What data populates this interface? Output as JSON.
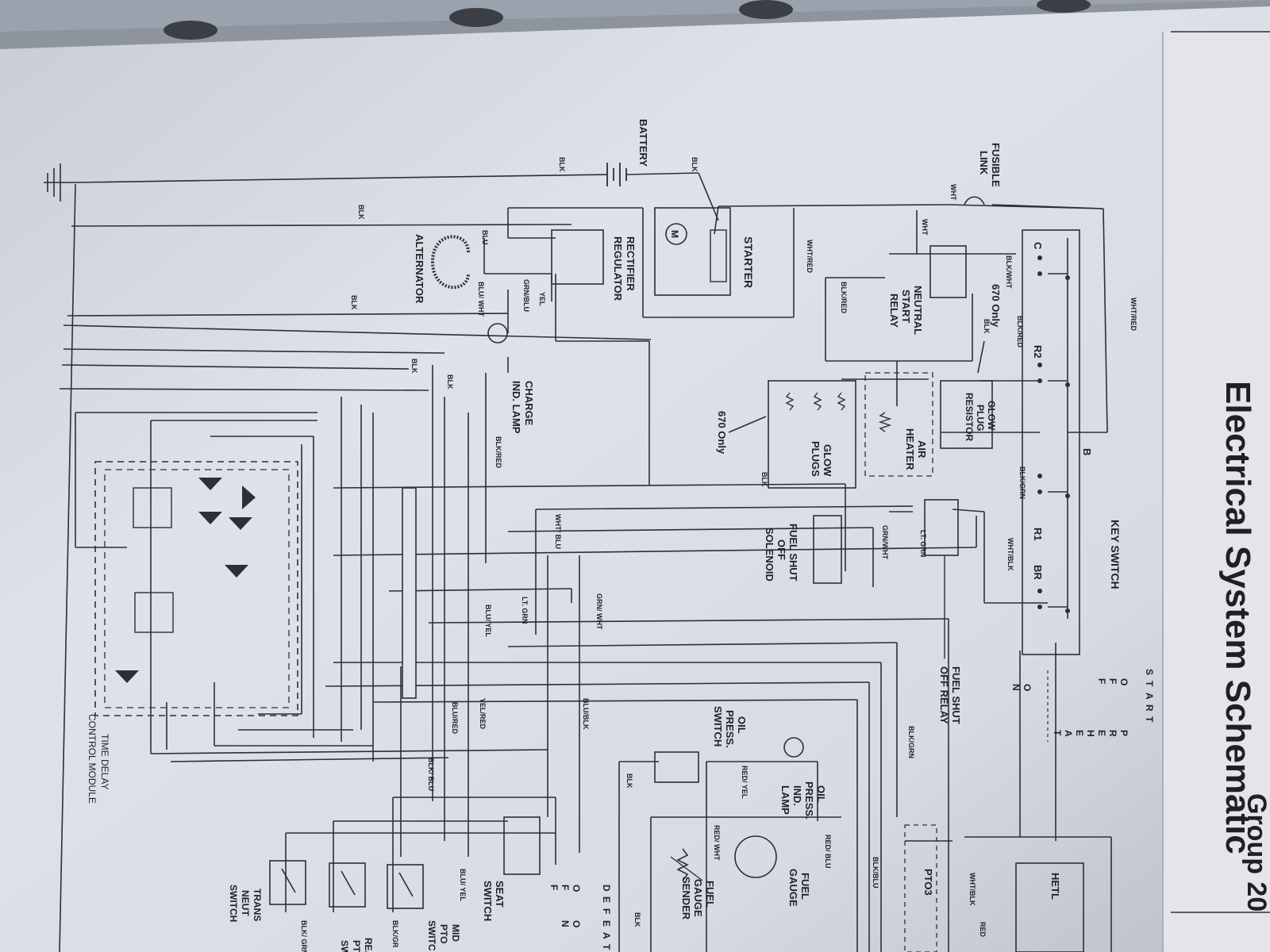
{
  "page": {
    "group": "Group 20",
    "title": "Electrical System Schematic"
  },
  "components": {
    "battery": "BATTERY",
    "fusible_link": [
      "FUSIBLE",
      "LINK"
    ],
    "starter": "STARTER",
    "rectifier": [
      "RECTIFIER",
      "REGULATOR"
    ],
    "alternator": "ALTERNATOR",
    "neutral_relay": [
      "NEUTRAL",
      "START",
      "RELAY"
    ],
    "charge_lamp": [
      "CHARGE",
      "IND. LAMP"
    ],
    "glow_resistor": [
      "GLOW",
      "PLUG",
      "RESISTOR"
    ],
    "air_heater": [
      "AIR",
      "HEATER"
    ],
    "glow_plugs": [
      "GLOW",
      "PLUGS"
    ],
    "only_670": "670 Only",
    "only_670_b": "670 Only",
    "fuel_solenoid": [
      "FUEL SHUT",
      "OFF",
      "SOLENOID"
    ],
    "fuel_relay": [
      "FUEL SHUT",
      "OFF RELAY"
    ],
    "key_switch": "KEY SWITCH",
    "key_positions": [
      "S",
      "T",
      "A",
      "R",
      "T"
    ],
    "key_positions_2": [
      "P",
      "R",
      "E",
      "H",
      "E",
      "A",
      "T"
    ],
    "key_positions_3": [
      "O",
      "F",
      "F"
    ],
    "key_positions_4": [
      "O",
      "N"
    ],
    "terminals": {
      "c": "C",
      "r2": "R2",
      "b": "B",
      "r1": "R1",
      "br": "BR"
    },
    "time_delay": [
      "TIME DELAY",
      "CONTROL MODULE"
    ],
    "oil_switch": [
      "OIL",
      "PRESS.",
      "SWITCH"
    ],
    "oil_lamp": [
      "OIL",
      "PRESS.",
      "IND.",
      "LAMP"
    ],
    "fuel_gauge": [
      "FUEL",
      "GAUGE"
    ],
    "fuel_sender": [
      "FUEL",
      "GAUGE",
      "SENDER"
    ],
    "pto3": "PTO3",
    "hetl": "HETL",
    "seat_switch": [
      "SEAT",
      "SWITCH"
    ],
    "seat_positions": [
      "O",
      "F",
      "F"
    ],
    "seat_positions_2": [
      "O",
      "N"
    ],
    "seat_positions_3": [
      "D",
      "E",
      "F",
      "E",
      "A",
      "T"
    ],
    "trans_switch": [
      "TRANS",
      "NEUT",
      "SWITCH"
    ],
    "rear_pto": [
      "REA",
      "PT",
      "SWI"
    ],
    "mid_pto": [
      "MID",
      "PTO",
      "SWITC"
    ],
    "motor": "M"
  },
  "wires": {
    "blk": "BLK",
    "wht": "WHT",
    "wht_red": "WHT/RED",
    "blk_red": "BLK/RED",
    "blk_wht": "BLK/WHT",
    "blk_red2": "BLK/RED",
    "blu": "BLU",
    "blu_wht": "BLU/ WHT",
    "grn_blu": "GRN/BLU",
    "yel": "YEL",
    "blk_grn": "BLK/GRN",
    "wht_blk": "WHT/BLK",
    "grn_wht": "GRN/WHT",
    "lt_grn": "LT. GRN",
    "wht_blu": "WHT/ BLU",
    "grn_wht2": "GRN/ WHT",
    "lt_grn2": "LT. GRN",
    "blu_yel": "BLU/ YEL",
    "blu_blk": "BLU/BLK",
    "yel_red": "YEL/RED",
    "blu_red": "BLU/RED",
    "blk_blu": "BLK/ BLU",
    "red_yel": "RED/ YEL",
    "red_blu": "RED/ BLU",
    "red_wht": "RED/ WHT",
    "blk_grn2": "BLK/GRN",
    "blk_blu2": "BLK/BLU",
    "wht_blk2": "WHT/BLK",
    "red": "RED",
    "blu_yel2": "BLU/ YEL",
    "blk_grn3": "BLK/ GRN",
    "blk_gr": "BLK/GR",
    "blk4": "BLK"
  }
}
